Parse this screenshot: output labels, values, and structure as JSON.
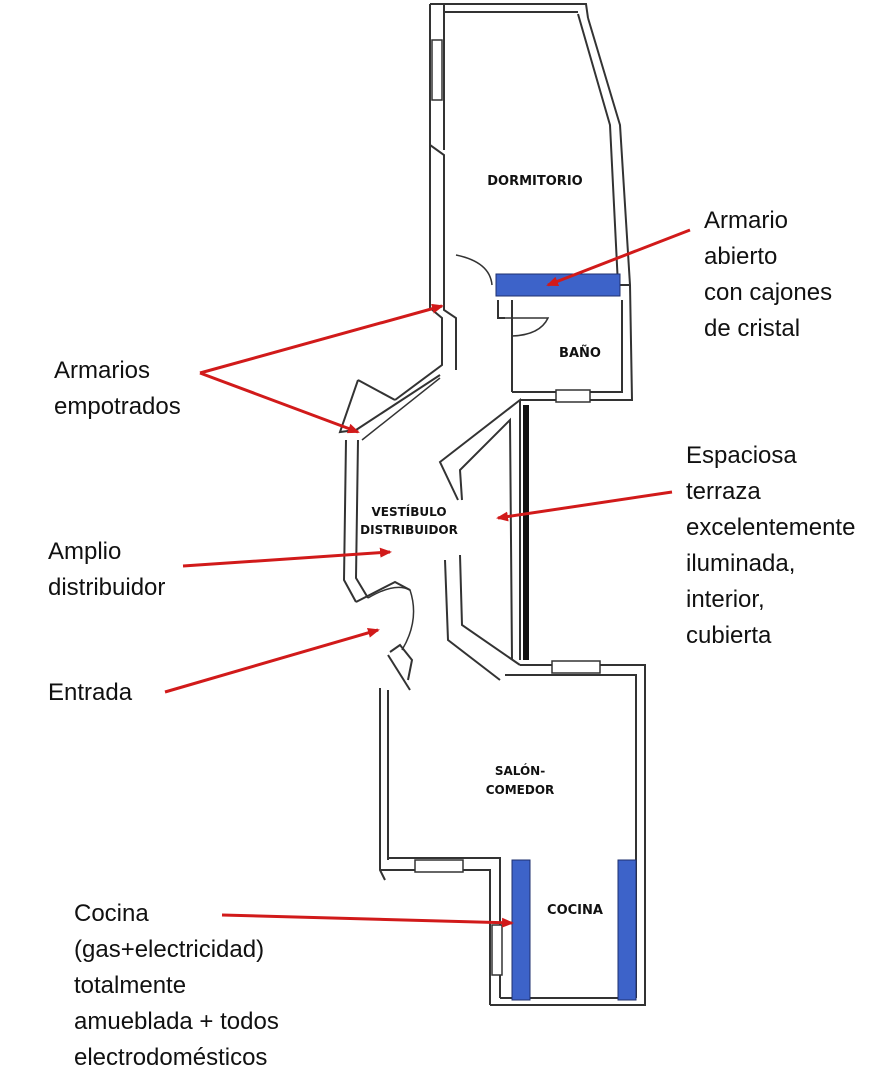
{
  "rooms": {
    "dormitorio": "DORMITORIO",
    "bano": "BAÑO",
    "vestibulo_1": "VESTÍBULO",
    "vestibulo_2": "DISTRIBUIDOR",
    "salon_1": "SALÓN-",
    "salon_2": "COMEDOR",
    "cocina": "COCINA"
  },
  "annotations": {
    "armario": [
      "Armario",
      "abierto",
      "con cajones",
      "de cristal"
    ],
    "armarios_empotrados": [
      "Armarios",
      "empotrados"
    ],
    "terraza": [
      "Espaciosa",
      "terraza",
      "excelentemente",
      "iluminada,",
      "interior,",
      "cubierta"
    ],
    "distribuidor": [
      "Amplio",
      "distribuidor"
    ],
    "entrada": [
      "Entrada"
    ],
    "cocina": [
      "Cocina",
      "(gas+electricidad)",
      "totalmente",
      "amueblada + todos",
      "electrodomésticos"
    ]
  },
  "colors": {
    "wall": "#333333",
    "furniture": "#3d63c9",
    "arrow": "#d11a1a"
  }
}
